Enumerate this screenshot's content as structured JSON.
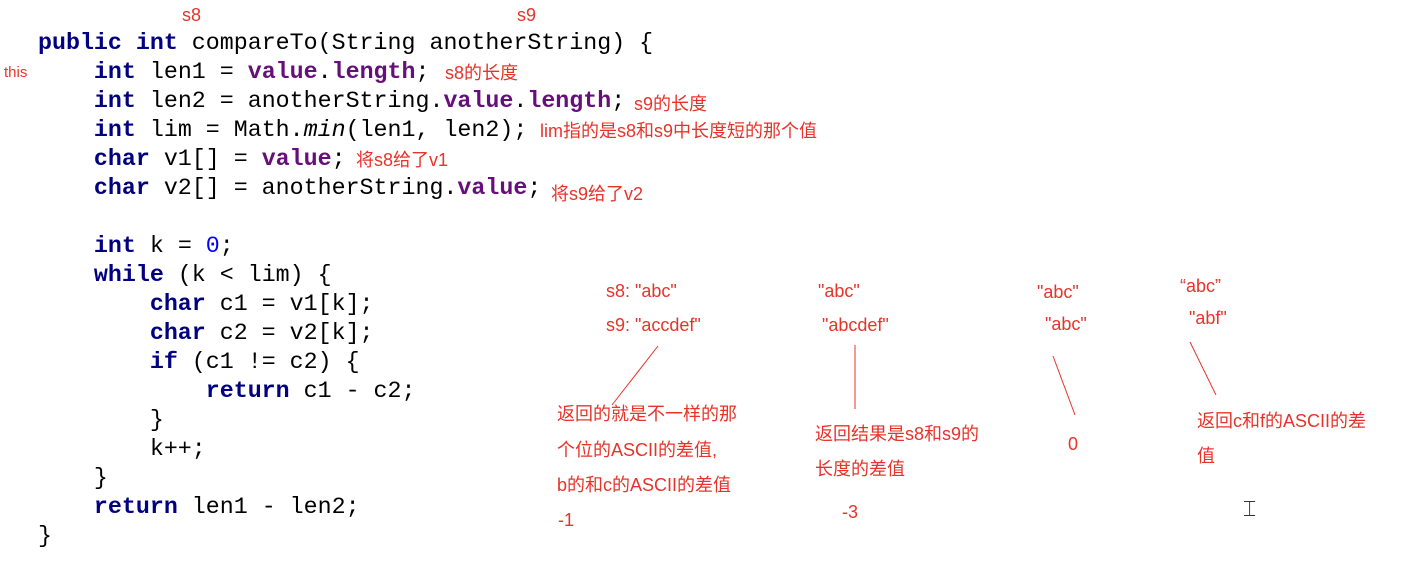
{
  "code_lines": [
    [
      [
        "public int ",
        "kw"
      ],
      [
        "compareTo(String anotherString) {",
        ""
      ]
    ],
    [
      [
        "    ",
        ""
      ],
      [
        "int",
        "kw"
      ],
      [
        " len1 = ",
        ""
      ],
      [
        "value",
        "fld"
      ],
      [
        ".",
        ""
      ],
      [
        "length",
        "fld"
      ],
      [
        ";",
        ""
      ]
    ],
    [
      [
        "    ",
        ""
      ],
      [
        "int",
        "kw"
      ],
      [
        " len2 = anotherString.",
        ""
      ],
      [
        "value",
        "fld"
      ],
      [
        ".",
        ""
      ],
      [
        "length",
        "fld"
      ],
      [
        ";",
        ""
      ]
    ],
    [
      [
        "    ",
        ""
      ],
      [
        "int",
        "kw"
      ],
      [
        " lim = Math.",
        ""
      ],
      [
        "min",
        "it"
      ],
      [
        "(len1, len2);",
        ""
      ]
    ],
    [
      [
        "    ",
        ""
      ],
      [
        "char",
        "kw"
      ],
      [
        " v1[] = ",
        ""
      ],
      [
        "value",
        "fld"
      ],
      [
        ";",
        ""
      ]
    ],
    [
      [
        "    ",
        ""
      ],
      [
        "char",
        "kw"
      ],
      [
        " v2[] = anotherString.",
        ""
      ],
      [
        "value",
        "fld"
      ],
      [
        ";",
        ""
      ]
    ],
    [
      [
        "",
        ""
      ]
    ],
    [
      [
        "    ",
        ""
      ],
      [
        "int",
        "kw"
      ],
      [
        " k = ",
        ""
      ],
      [
        "0",
        "num"
      ],
      [
        ";",
        ""
      ]
    ],
    [
      [
        "    ",
        ""
      ],
      [
        "while",
        "kw"
      ],
      [
        " (k < lim) {",
        ""
      ]
    ],
    [
      [
        "        ",
        ""
      ],
      [
        "char",
        "kw"
      ],
      [
        " c1 = v1[k];",
        ""
      ]
    ],
    [
      [
        "        ",
        ""
      ],
      [
        "char",
        "kw"
      ],
      [
        " c2 = v2[k];",
        ""
      ]
    ],
    [
      [
        "        ",
        ""
      ],
      [
        "if",
        "kw"
      ],
      [
        " (c1 != c2) {",
        ""
      ]
    ],
    [
      [
        "            ",
        ""
      ],
      [
        "return",
        "kw"
      ],
      [
        " c1 - c2;",
        ""
      ]
    ],
    [
      [
        "        }",
        ""
      ]
    ],
    [
      [
        "        k++;",
        ""
      ]
    ],
    [
      [
        "    }",
        ""
      ]
    ],
    [
      [
        "    ",
        ""
      ],
      [
        "return",
        "kw"
      ],
      [
        " len1 - len2;",
        ""
      ]
    ],
    [
      [
        "}",
        ""
      ]
    ]
  ],
  "annotations": {
    "s8": "s8",
    "s9": "s9",
    "this": "this",
    "len1_note": "s8的长度",
    "len2_note": "s9的长度",
    "lim_note": "lim指的是s8和s9中长度短的那个值",
    "v1_note": "将s8给了v1",
    "v2_note": "将s9给了v2",
    "case1": {
      "a": "s8: \"abc\"",
      "b": "s9: \"accdef\"",
      "desc1": "返回的就是不一样的那",
      "desc2": "个位的ASCII的差值,",
      "desc3": "b的和c的ASCII的差值",
      "result": "-1"
    },
    "case2": {
      "a": "\"abc\"",
      "b": "\"abcdef\"",
      "desc1": "返回结果是s8和s9的",
      "desc2": "长度的差值",
      "result": "-3"
    },
    "case3": {
      "a": "\"abc\"",
      "b": "\"abc\"",
      "result": "0"
    },
    "case4": {
      "a": "“abc”",
      "b": "\"abf\"",
      "desc1": "返回c和f的ASCII的差",
      "desc2": "值"
    }
  },
  "colors": {
    "annotation": "#e8332a",
    "keyword": "#000080",
    "field": "#660e7a",
    "number": "#0000ff"
  }
}
